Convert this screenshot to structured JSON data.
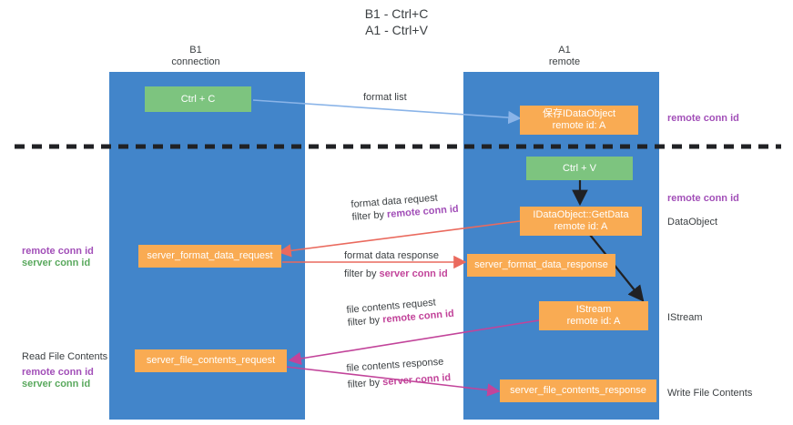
{
  "title": {
    "line1": "B1 - Ctrl+C",
    "line2": "A1 - Ctrl+V"
  },
  "columns": [
    {
      "name": "B1",
      "role": "connection"
    },
    {
      "name": "A1",
      "role": "remote"
    }
  ],
  "colors": {
    "lane": "#4285ca",
    "box_green": "#7dc47f",
    "box_orange": "#f9ab53",
    "remote_conn_id": "#a24fb8",
    "server_conn_id": "#5aa95e",
    "arrow_format_list": "#8ab4e8",
    "arrow_format_data": "#ea6a5e",
    "arrow_file_contents": "#c2449a",
    "arrow_black": "#202124",
    "divider": "#202124",
    "text": "#3c4043"
  },
  "boxes": {
    "ctrl_c": {
      "line1": "Ctrl + C"
    },
    "save_idataobject": {
      "line1": "保存IDataObject",
      "line2": "remote id: A"
    },
    "ctrl_v": {
      "line1": "Ctrl + V"
    },
    "idataobject_getdata": {
      "line1": "IDataObject::GetData",
      "line2": "remote id: A"
    },
    "server_format_data_request": {
      "line1": "server_format_data_request"
    },
    "server_format_data_response": {
      "line1": "server_format_data_response"
    },
    "istream": {
      "line1": "IStream",
      "line2": "remote id: A"
    },
    "server_file_contents_request": {
      "line1": "server_file_contents_request"
    },
    "server_file_contents_response": {
      "line1": "server_file_contents_response"
    }
  },
  "edge_labels": {
    "format_list": {
      "text": "format list"
    },
    "format_data_request": {
      "text": "format data request",
      "filter_prefix": "filter by ",
      "filter_key": "remote conn id"
    },
    "format_data_response": {
      "text": "format data response",
      "filter_prefix": "filter by ",
      "filter_key": "server conn id"
    },
    "file_contents_request": {
      "text": "file contents request",
      "filter_prefix": "filter by ",
      "filter_key": "remote conn id"
    },
    "file_contents_response": {
      "text": "file contents response",
      "filter_prefix": "filter by ",
      "filter_key": "server conn id"
    }
  },
  "side_labels": {
    "right_remote_conn_id_top": "remote conn id",
    "right_remote_conn_id_mid": "remote conn id",
    "right_dataobject": "DataObject",
    "right_istream": "IStream",
    "right_write_file_contents": "Write File Contents",
    "left_remote_conn_id_mid": "remote conn id",
    "left_server_conn_id_mid": "server conn id",
    "left_read_file_contents": "Read File Contents",
    "left_remote_conn_id_bottom": "remote conn id",
    "left_server_conn_id_bottom": "server conn id"
  }
}
